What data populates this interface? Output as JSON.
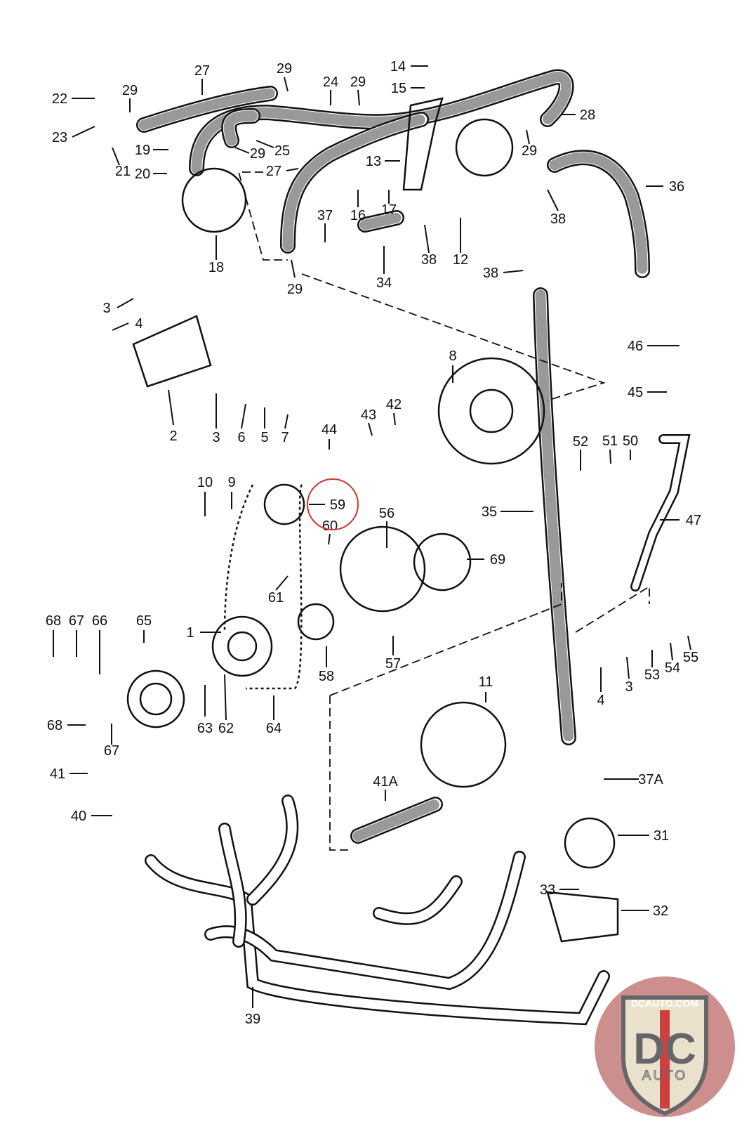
{
  "diagram": {
    "part_labels": [
      "27",
      "29",
      "29",
      "29",
      "29",
      "29",
      "29",
      "24",
      "14",
      "15",
      "22",
      "23",
      "21",
      "19",
      "20",
      "25",
      "27",
      "13",
      "28",
      "36",
      "16",
      "17",
      "18",
      "37",
      "34",
      "38",
      "38",
      "38",
      "12",
      "3",
      "3",
      "3",
      "4",
      "4",
      "2",
      "6",
      "5",
      "7",
      "8",
      "46",
      "45",
      "44",
      "43",
      "42",
      "52",
      "51",
      "50",
      "10",
      "9",
      "59",
      "60",
      "56",
      "35",
      "47",
      "69",
      "61",
      "68",
      "68",
      "67",
      "67",
      "66",
      "65",
      "1",
      "58",
      "57",
      "53",
      "54",
      "55",
      "63",
      "62",
      "64",
      "11",
      "41",
      "40",
      "41A",
      "37A",
      "31",
      "33",
      "32",
      "39"
    ],
    "highlighted_label": "59",
    "highlight_color": "#d0342c"
  },
  "watermark": {
    "text_top": "DCAUTO.COM",
    "text_main": "DC",
    "text_sub": "AUTO",
    "colors": {
      "circle": "#c98585",
      "shield": "#e9dfc9",
      "dark": "#5a5a5e",
      "red": "#c8312f"
    }
  }
}
